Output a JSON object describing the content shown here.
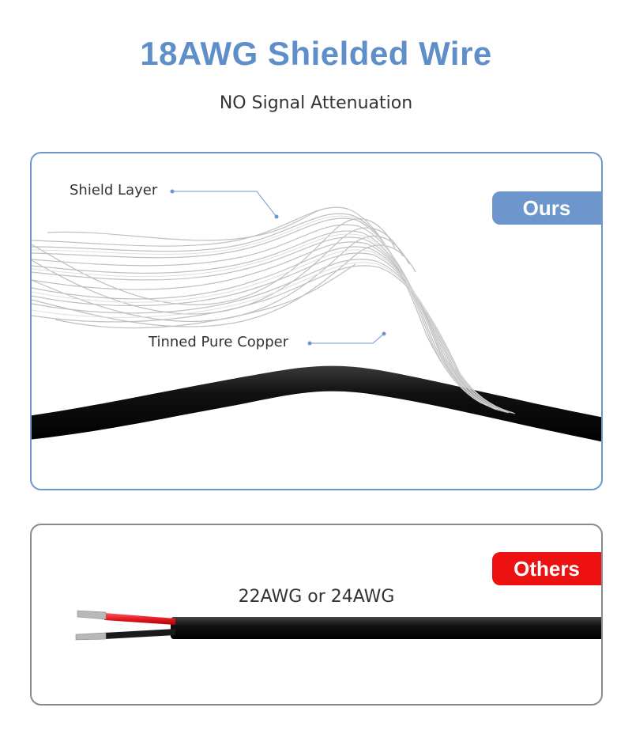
{
  "header": {
    "title": "18AWG Shielded Wire",
    "subtitle": "NO Signal Attenuation"
  },
  "ours_panel": {
    "tag": "Ours",
    "callouts": {
      "shield": "Shield Layer",
      "copper": "Tinned Pure Copper"
    }
  },
  "others_panel": {
    "tag": "Others",
    "gauge": "22AWG or 24AWG"
  },
  "colors": {
    "accent_blue": "#6d97cc",
    "others_red": "#ee1111",
    "cable_black": "#111111",
    "wire_red": "#e41b23"
  }
}
